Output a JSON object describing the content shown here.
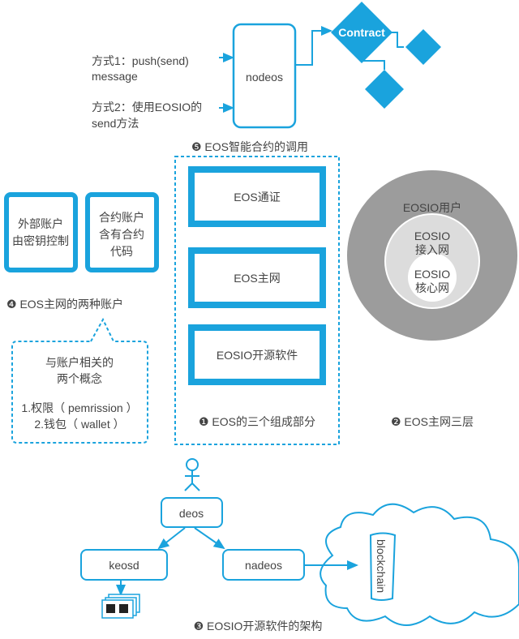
{
  "colors": {
    "accent": "#1aa3dd",
    "ring_outer": "#9c9c9c",
    "ring_mid": "#dcdcdc",
    "text": "#444444"
  },
  "invocation": {
    "method1_line1": "方式1：push(send)",
    "method1_line2": "message",
    "method2_line1": "方式2：使用EOSIO的",
    "method2_line2": "send方法",
    "node_label": "nodeos",
    "contract_label": "Contract",
    "caption": "❺ EOS智能合约的调用"
  },
  "components": {
    "items": [
      "EOS通证",
      "EOS主网",
      "EOSIO开源软件"
    ],
    "caption": "❶ EOS的三个组成部分"
  },
  "accounts": {
    "external": [
      "外部账户",
      "由密钥控制"
    ],
    "contract": [
      "合约账户",
      "含有合约",
      "代码"
    ],
    "caption": "❹ EOS主网的两种账户",
    "bubble_title": [
      "与账户相关的",
      "两个概念"
    ],
    "bubble_items": [
      "1.权限（ pemrission ）",
      "2.钱包（ wallet ）"
    ]
  },
  "layers": {
    "outer": "EOSIO用户",
    "middle": [
      "EOSIO",
      "接入网"
    ],
    "inner": [
      "EOSIO",
      "核心网"
    ],
    "caption": "❷ EOS主网三层"
  },
  "architecture": {
    "client": "deos",
    "wallet": "keosd",
    "node": "nadeos",
    "chain": "blockchain",
    "caption": "❸ EOSIO开源软件的架构"
  }
}
